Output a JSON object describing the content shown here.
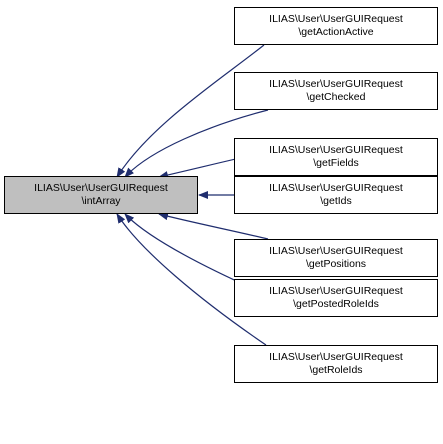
{
  "graph": {
    "edge_color": "#1f2d6e",
    "focus_node": {
      "line1": "ILIAS\\User\\UserGUIRequest",
      "line2": "\\intArray"
    },
    "callers": [
      {
        "line1": "ILIAS\\User\\UserGUIRequest",
        "line2": "\\getActionActive"
      },
      {
        "line1": "ILIAS\\User\\UserGUIRequest",
        "line2": "\\getChecked"
      },
      {
        "line1": "ILIAS\\User\\UserGUIRequest",
        "line2": "\\getFields"
      },
      {
        "line1": "ILIAS\\User\\UserGUIRequest",
        "line2": "\\getIds"
      },
      {
        "line1": "ILIAS\\User\\UserGUIRequest",
        "line2": "\\getPositions"
      },
      {
        "line1": "ILIAS\\User\\UserGUIRequest",
        "line2": "\\getPostedRoleIds"
      },
      {
        "line1": "ILIAS\\User\\UserGUIRequest",
        "line2": "\\getRoleIds"
      }
    ]
  }
}
